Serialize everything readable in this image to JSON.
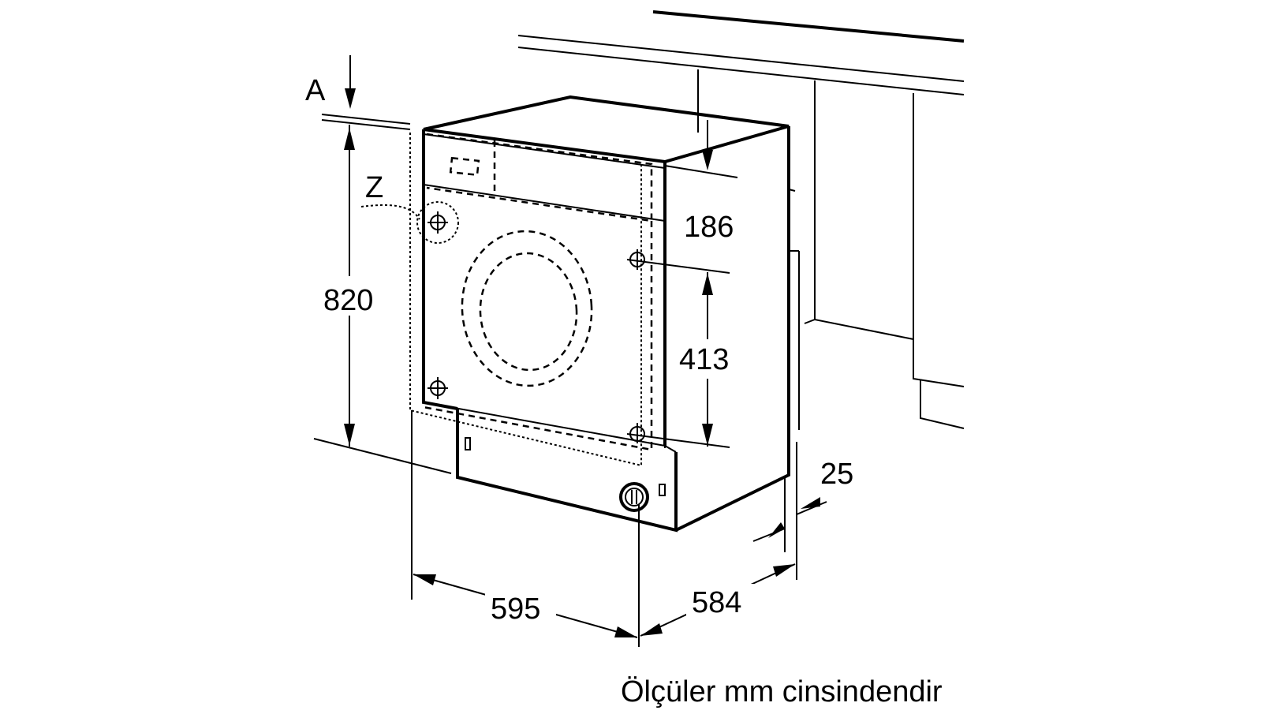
{
  "diagram": {
    "labels": {
      "ref_a": "A",
      "ref_z": "Z"
    },
    "dimensions": {
      "height": "820",
      "top_panel": "186",
      "mount_spacing": "413",
      "gap": "25",
      "width": "595",
      "depth": "584"
    },
    "caption": "Ölçüler mm cinsindendir"
  }
}
